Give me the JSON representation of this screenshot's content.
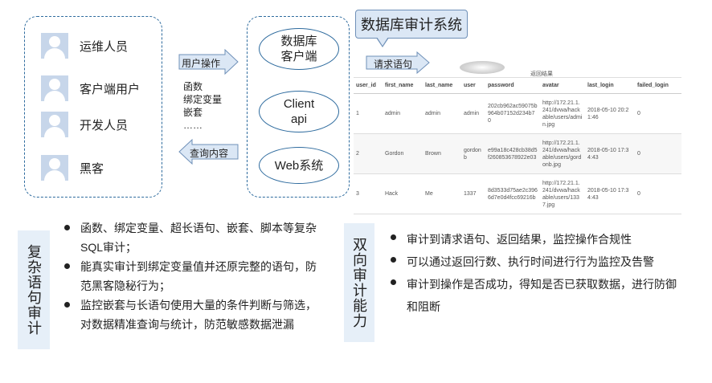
{
  "users": [
    {
      "label": "运维人员"
    },
    {
      "label": "客户端用户"
    },
    {
      "label": "开发人员"
    },
    {
      "label": "黑客"
    }
  ],
  "arrows": {
    "user_operation": "用户操作",
    "query_content": "查询内容",
    "request_statement": "请求语句"
  },
  "mid_list": [
    "函数",
    "绑定变量",
    "嵌套",
    "……"
  ],
  "clients": {
    "db_client": "数据库\n客户端",
    "client_api": "Client\napi",
    "web_system": "Web系统"
  },
  "system_title": "数据库审计系统",
  "result": {
    "title": "返回结果",
    "columns": [
      "user_id",
      "first_name",
      "last_name",
      "user",
      "password",
      "avatar",
      "last_login",
      "failed_login"
    ],
    "rows": [
      [
        "1",
        "admin",
        "admin",
        "admin",
        "202cb962ac59075b964b07152d234b70",
        "http://172.21.1.241/dvwa/hackable/users/admin.jpg",
        "2018-05-10 20:21:46",
        "0"
      ],
      [
        "2",
        "Gordon",
        "Brown",
        "gordonb",
        "e99a18c428cb38d5f260853678922e03",
        "http://172.21.1.241/dvwa/hackable/users/gordonb.jpg",
        "2018-05-10 17:34:43",
        "0"
      ],
      [
        "3",
        "Hack",
        "Me",
        "1337",
        "8d3533d75ae2c3966d7e0d4fcc69216b",
        "http://172.21.1.241/dvwa/hackable/users/1337.jpg",
        "2018-05-10 17:34:43",
        "0"
      ]
    ]
  },
  "left_section": {
    "label": "复杂语句审计",
    "bullets": [
      "函数、绑定变量、超长语句、嵌套、脚本等复杂SQL审计；",
      "能真实审计到绑定变量值并还原完整的语句，防范黑客隐秘行为；",
      "监控嵌套与长语句使用大量的条件判断与筛选，对数据精准查询与统计，防范敏感数据泄漏"
    ]
  },
  "right_section": {
    "label": "双向审计能力",
    "bullets": [
      "审计到请求语句、返回结果，监控操作合规性",
      "可以通过返回行数、执行时间进行行为监控及告警",
      "审计到操作是否成功，得知是否已获取数据，进行防御和阻断"
    ]
  },
  "colors": {
    "box_border": "#2e6b9e",
    "arrow_fill": "#dbe7f5",
    "label_bg": "#e6eff8",
    "avatar": "#c7d6ea"
  }
}
